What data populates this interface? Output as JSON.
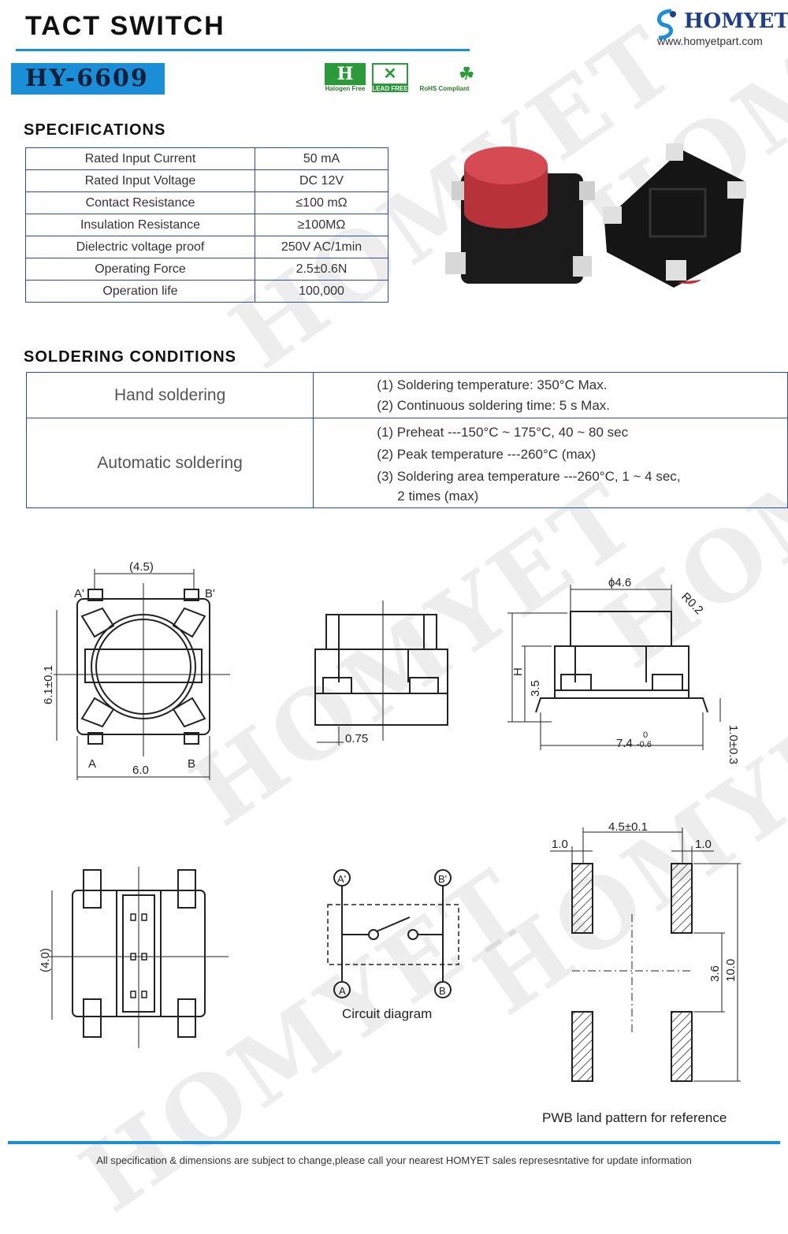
{
  "header": {
    "title": "TACT SWITCH",
    "brand": "HOMYET",
    "url": "www.homyetpart.com",
    "model": "HY-6609",
    "certs": [
      "Halogen Free",
      "LEAD FREE",
      "RoHS Compliant"
    ],
    "accent_color": "#1a8fd8"
  },
  "specifications": {
    "title": "SPECIFICATIONS",
    "rows": [
      {
        "label": "Rated Input Current",
        "value": "50 mA"
      },
      {
        "label": "Rated Input Voltage",
        "value": "DC 12V"
      },
      {
        "label": "Contact Resistance",
        "value": "≤100 mΩ"
      },
      {
        "label": "Insulation Resistance",
        "value": "≥100MΩ"
      },
      {
        "label": "Dielectric voltage proof",
        "value": "250V AC/1min"
      },
      {
        "label": "Operating Force",
        "value": "2.5±0.6N"
      },
      {
        "label": "Operation life",
        "value": "100,000"
      }
    ]
  },
  "soldering": {
    "title": "SOLDERING CONDITIONS",
    "hand": {
      "label": "Hand soldering",
      "lines": [
        "(1) Soldering temperature: 350°C Max.",
        "(2) Continuous soldering time: 5 s Max."
      ]
    },
    "auto": {
      "label": "Automatic soldering",
      "lines": [
        "(1) Preheat ---150°C ~ 175°C, 40 ~ 80 sec",
        "(2) Peak temperature ---260°C (max)",
        "(3) Soldering area temperature ---260°C, 1 ~ 4 sec,",
        "2 times (max)"
      ]
    }
  },
  "drawings": {
    "top_view": {
      "width_ref": "(4.5)",
      "height": "6.1±0.1",
      "width": "6.0",
      "pins": [
        "A'",
        "B'",
        "A",
        "B"
      ]
    },
    "side_view": {
      "pin_width": "0.75"
    },
    "profile_view": {
      "diameter": "ϕ4.6",
      "radius": "R0.2",
      "height_h": "H",
      "height_body": "3.5",
      "length": "7.4",
      "length_tol_upper": "0",
      "length_tol_lower": "-0.6",
      "lead": "1.0±0.3"
    },
    "bottom_view": {
      "height_ref": "(4.0)"
    },
    "circuit": {
      "pins": [
        "A'",
        "B'",
        "A",
        "B"
      ],
      "caption": "Circuit diagram"
    },
    "land_pattern": {
      "pitch": "4.5±0.1",
      "pad_w_left": "1.0",
      "pad_w_right": "1.0",
      "gap": "3.6",
      "total": "10.0",
      "caption": "PWB land pattern for reference"
    }
  },
  "watermark": "HOMYET",
  "footer": "All specification & dimensions are subject to change,please call your nearest HOMYET sales represesntative for update information"
}
